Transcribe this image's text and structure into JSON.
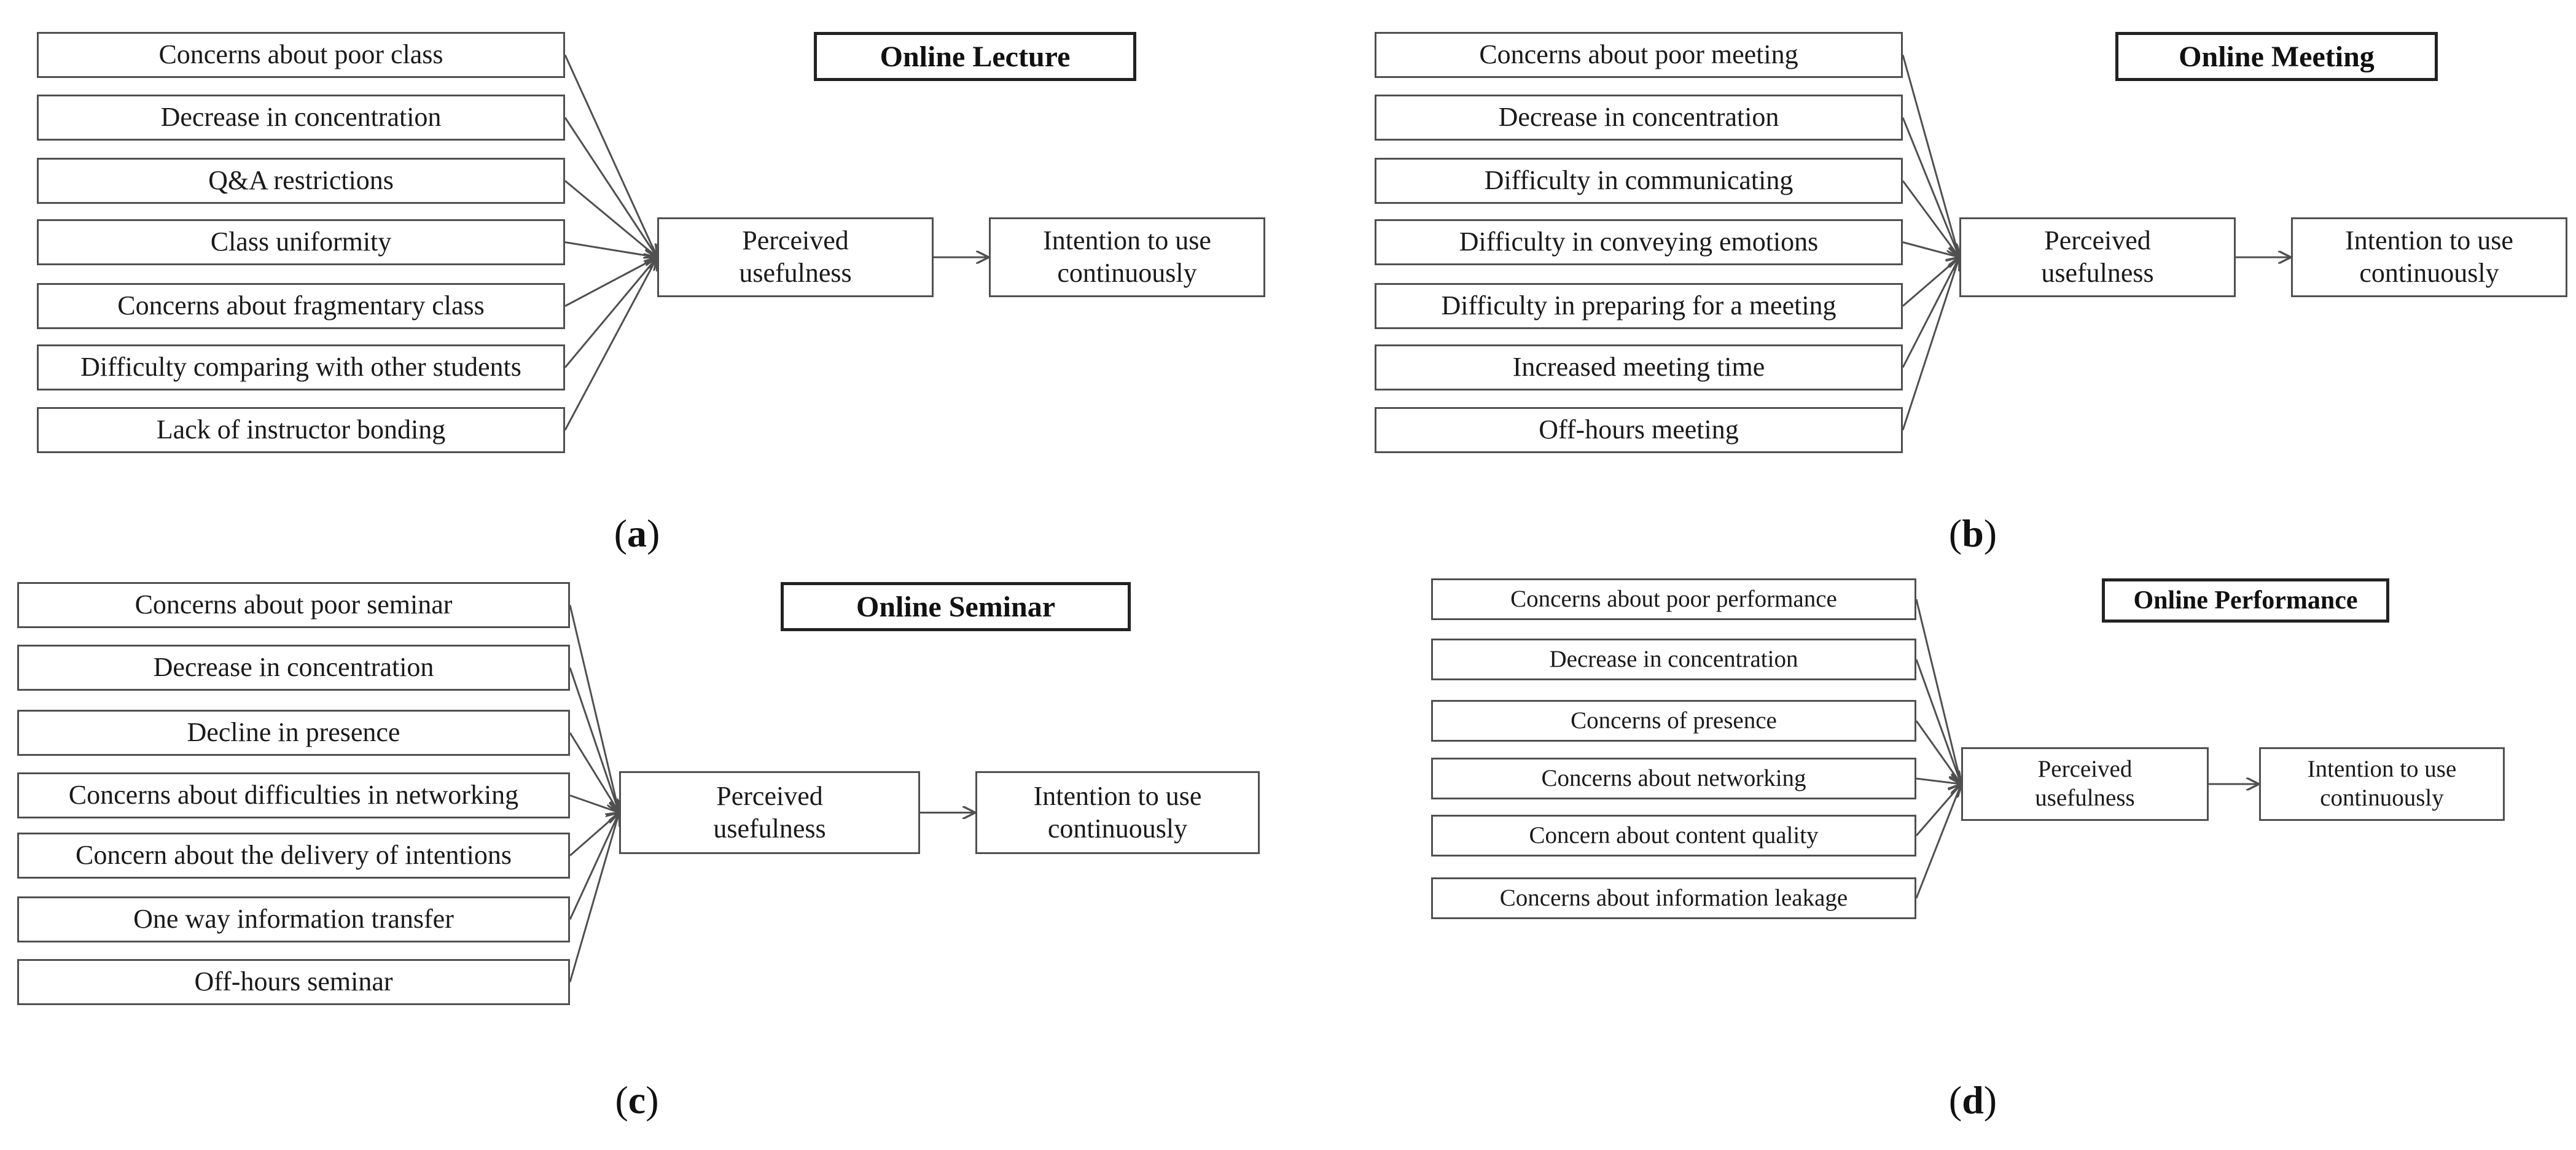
{
  "panels": [
    {
      "id": "a",
      "title": "Online Lecture",
      "caption_letter": "a",
      "factors": [
        "Concerns about poor class",
        "Decrease in concentration",
        "Q&A restrictions",
        "Class uniformity",
        "Concerns about fragmentary class",
        "Difficulty comparing with other students",
        "Lack of instructor bonding"
      ],
      "mediator": "Perceived usefulness",
      "outcome": "Intention to use continuously"
    },
    {
      "id": "b",
      "title": "Online Meeting",
      "caption_letter": "b",
      "factors": [
        "Concerns about poor meeting",
        "Decrease in concentration",
        "Difficulty in communicating",
        "Difficulty in conveying emotions",
        "Difficulty in preparing for a meeting",
        "Increased meeting time",
        "Off-hours meeting"
      ],
      "mediator": "Perceived usefulness",
      "outcome": "Intention to use continuously"
    },
    {
      "id": "c",
      "title": "Online Seminar",
      "caption_letter": "c",
      "factors": [
        "Concerns about poor seminar",
        "Decrease in concentration",
        "Decline in presence",
        "Concerns about difficulties in networking",
        "Concern about the delivery of intentions",
        "One way information transfer",
        "Off-hours seminar"
      ],
      "mediator": "Perceived usefulness",
      "outcome": "Intention to use continuously"
    },
    {
      "id": "d",
      "title": "Online Performance",
      "caption_letter": "d",
      "factors": [
        "Concerns about poor performance",
        "Decrease in concentration",
        "Concerns of presence",
        "Concerns about networking",
        "Concern about content quality",
        "Concerns about information leakage"
      ],
      "mediator": "Perceived usefulness",
      "outcome": "Intention to use continuously"
    }
  ],
  "colors": {
    "line": "#505050",
    "text": "#1a1a1a"
  }
}
